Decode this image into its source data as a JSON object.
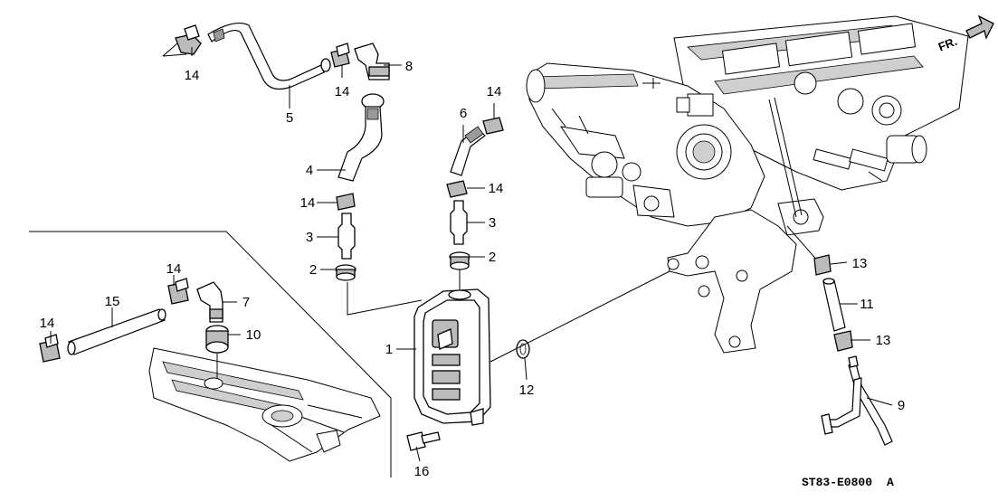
{
  "diagram": {
    "direction_label": "FR.",
    "drawing_code": "ST83-E0800",
    "revision": "A",
    "callouts": [
      {
        "id": "c14a",
        "label": "14"
      },
      {
        "id": "c5",
        "label": "5"
      },
      {
        "id": "c14b",
        "label": "14"
      },
      {
        "id": "c8",
        "label": "8"
      },
      {
        "id": "c4",
        "label": "4"
      },
      {
        "id": "c14c",
        "label": "14"
      },
      {
        "id": "c3a",
        "label": "3"
      },
      {
        "id": "c2a",
        "label": "2"
      },
      {
        "id": "c6",
        "label": "6"
      },
      {
        "id": "c14d",
        "label": "14"
      },
      {
        "id": "c14e",
        "label": "14"
      },
      {
        "id": "c3b",
        "label": "3"
      },
      {
        "id": "c2b",
        "label": "2"
      },
      {
        "id": "c14f",
        "label": "14"
      },
      {
        "id": "c15",
        "label": "15"
      },
      {
        "id": "c7",
        "label": "7"
      },
      {
        "id": "c14g",
        "label": "14"
      },
      {
        "id": "c10",
        "label": "10"
      },
      {
        "id": "c1",
        "label": "1"
      },
      {
        "id": "c12",
        "label": "12"
      },
      {
        "id": "c16",
        "label": "16"
      },
      {
        "id": "c13a",
        "label": "13"
      },
      {
        "id": "c11",
        "label": "11"
      },
      {
        "id": "c13b",
        "label": "13"
      },
      {
        "id": "c9",
        "label": "9"
      }
    ]
  }
}
